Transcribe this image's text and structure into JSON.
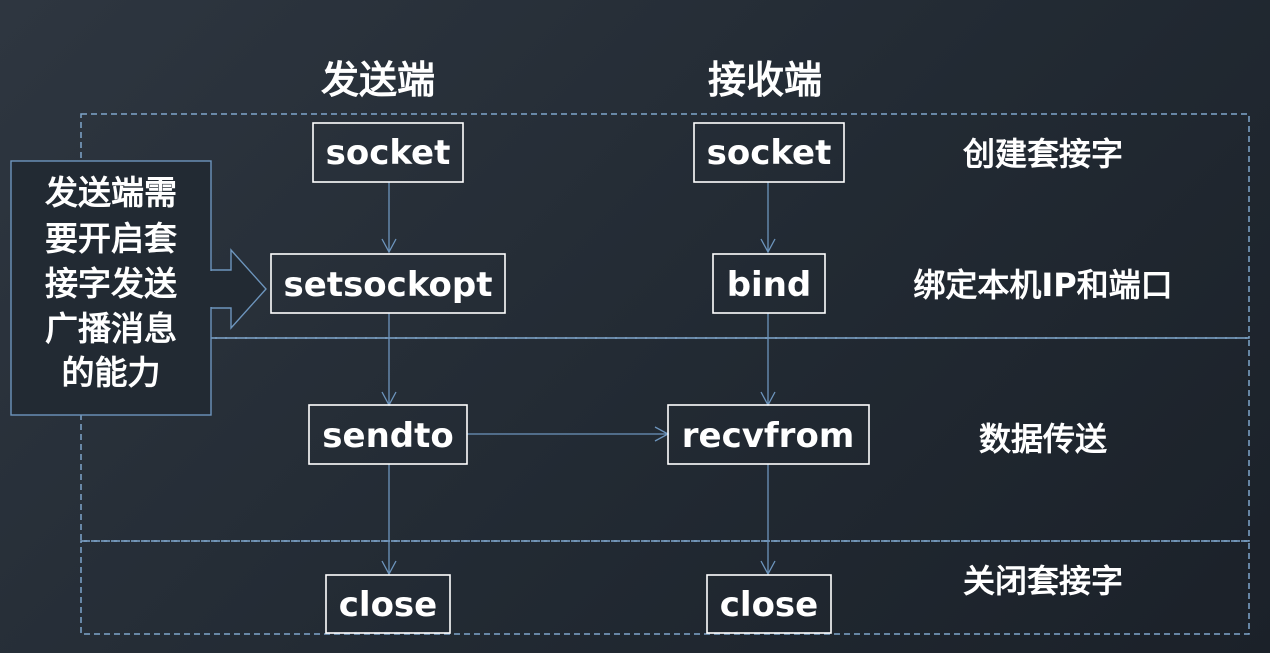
{
  "headers": {
    "sender": "发送端",
    "receiver": "接收端"
  },
  "nodes": {
    "sender_socket": "socket",
    "sender_setsockopt": "setsockopt",
    "sender_sendto": "sendto",
    "sender_close": "close",
    "receiver_socket": "socket",
    "receiver_bind": "bind",
    "receiver_recvfrom": "recvfrom",
    "receiver_close": "close"
  },
  "stages": {
    "create": "创建套接字",
    "bind": "绑定本机IP和端口",
    "transfer": "数据传送",
    "close": "关闭套接字"
  },
  "note": {
    "lines": [
      "发送端需",
      "要开启套",
      "接字发送",
      "广播消息",
      "的能力"
    ]
  },
  "colors": {
    "background": "#252c35",
    "box_border": "#ffffff",
    "connector": "#6d95bd",
    "dashed_border": "#7fa6cc"
  }
}
